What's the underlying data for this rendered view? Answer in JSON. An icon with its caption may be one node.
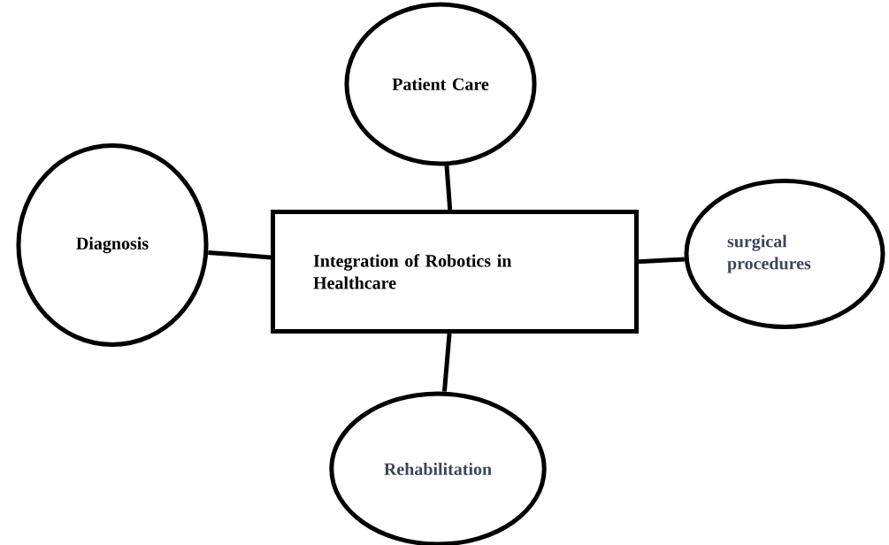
{
  "diagram": {
    "nodes": [
      {
        "text": [
          "Patient Care"
        ]
      },
      {
        "text": [
          "Diagnosis"
        ]
      },
      {
        "text": [
          "Integration of Robotics in Healthcare"
        ]
      },
      {
        "text": [
          "surgical procedures"
        ]
      },
      {
        "text": [
          "Rehabilitation"
        ]
      }
    ],
    "edges": [
      {
        "from": 0,
        "to": 2,
        "arrow": "none"
      },
      {
        "from": 1,
        "to": 2,
        "arrow": "none"
      },
      {
        "from": 2,
        "to": 3,
        "arrow": "none"
      },
      {
        "from": 2,
        "to": 4,
        "arrow": "none"
      }
    ]
  }
}
